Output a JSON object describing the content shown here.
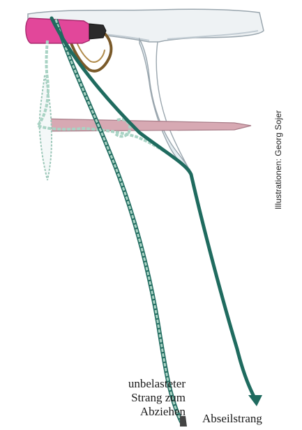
{
  "credit": "Illustrationen: Georg Sojer",
  "labels": {
    "pull_line1": "unbelasteter",
    "pull_line2": "Strang zum",
    "pull_line3": "Abziehen",
    "abseil": "Abseilstrang"
  },
  "colors": {
    "rope_dark": "#1f6b5f",
    "rope_light": "#a9d3c4",
    "ice": "#eef2f4",
    "ice_shade": "#b9c4cc",
    "screw_pink": "#e2479a",
    "axe_shaft": "#d7a9b3",
    "sling_brown": "#7a5a2a"
  }
}
